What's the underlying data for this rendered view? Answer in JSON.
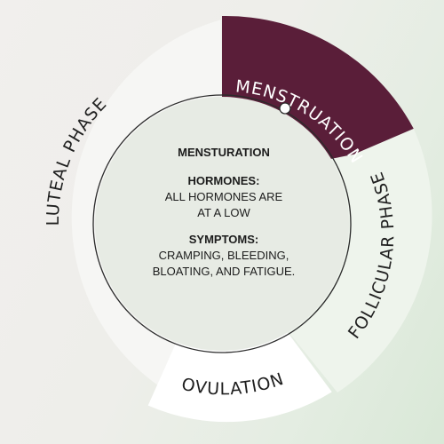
{
  "phases": {
    "menstruation": "MENSTRUATION",
    "follicular": "FOLLICULAR PHASE",
    "ovulation": "OVULATION",
    "luteal": "LUTEAL PHASE"
  },
  "center": {
    "title": "MENSTURATION",
    "hormones_heading": "HORMONES:",
    "hormones_line1": "ALL HORMONES ARE",
    "hormones_line2": "AT A LOW",
    "symptoms_heading": "SYMPTOMS:",
    "symptoms_line1": "CRAMPING, BLEEDING,",
    "symptoms_line2": "BLOATING, AND FATIGUE."
  },
  "colors": {
    "menstruation": "#5a1e39",
    "follicular": "#eef4ec",
    "ovulation": "#ffffff",
    "luteal": "#f6f6f4",
    "inner_circle": "#e7ebe4"
  }
}
